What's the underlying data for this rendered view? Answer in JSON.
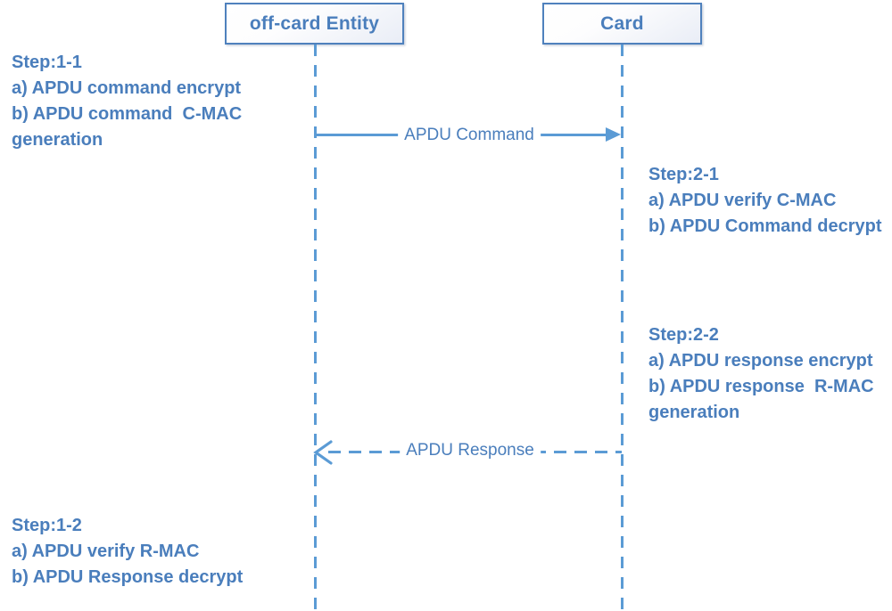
{
  "diagram": {
    "type": "sequence-diagram",
    "colors": {
      "text": "#4a7ebc",
      "box_border": "#4f81bd",
      "line": "#5b9bd5",
      "label_bg": "#ffffff"
    },
    "actors": [
      {
        "id": "off-card-entity",
        "label": "off-card Entity"
      },
      {
        "id": "card",
        "label": "Card"
      }
    ],
    "messages": [
      {
        "label": "APDU Command",
        "from": "off-card-entity",
        "to": "card",
        "line_style": "solid",
        "arrowhead": "filled-triangle"
      },
      {
        "label": "APDU Response",
        "from": "card",
        "to": "off-card-entity",
        "line_style": "dashed",
        "arrowhead": "open-chevron"
      }
    ],
    "notes": [
      {
        "id": "step-1-1",
        "lines": [
          "Step:1-1",
          "a) APDU command encrypt",
          "b) APDU command  C-MAC",
          "generation"
        ]
      },
      {
        "id": "step-2-1",
        "lines": [
          "Step:2-1",
          "a) APDU verify C-MAC",
          "b) APDU Command decrypt"
        ]
      },
      {
        "id": "step-2-2",
        "lines": [
          "Step:2-2",
          "a) APDU response encrypt",
          "b) APDU response  R-MAC",
          "generation"
        ]
      },
      {
        "id": "step-1-2",
        "lines": [
          "Step:1-2",
          "a) APDU verify R-MAC",
          "b) APDU Response decrypt"
        ]
      }
    ]
  }
}
